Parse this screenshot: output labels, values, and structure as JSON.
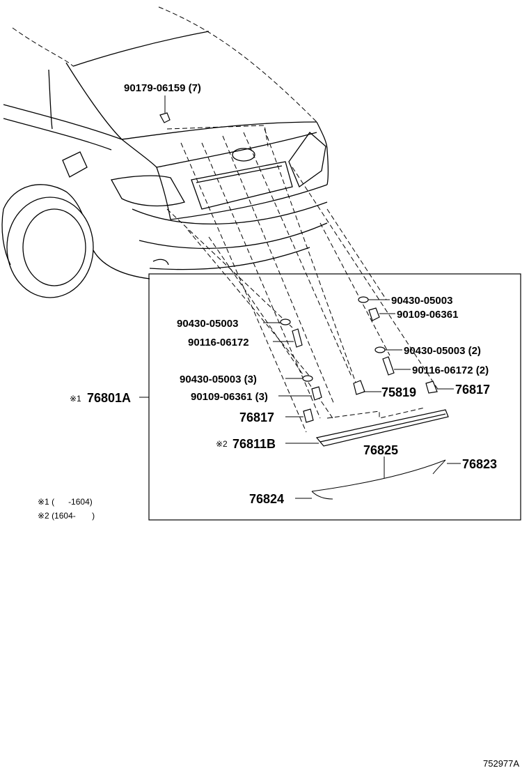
{
  "labels": {
    "screw_top": "90179-06159 (7)",
    "washer_r1": "90430-05003",
    "screw_r1": "90109-06361",
    "washer_l1": "90430-05003",
    "bolt_l1": "90116-06172",
    "washer_r2": "90430-05003 (2)",
    "bolt_r2": "90116-06172 (2)",
    "washer_l2": "90430-05003 (3)",
    "screw_l2": "90109-06361 (3)",
    "clip_75819": "75819",
    "clip_76817_r": "76817",
    "clip_76817_l": "76817",
    "assy_note_mark": "※1",
    "assy_76801a": "76801A",
    "garnish_note_mark": "※2",
    "garnish_76811b": "76811B",
    "molding_76825": "76825",
    "end_76823": "76823",
    "end_76824": "76824"
  },
  "notes": {
    "note1": "※1 (      -1604)",
    "note2": "※2 (1604-       )"
  },
  "figure_number": "752977A"
}
